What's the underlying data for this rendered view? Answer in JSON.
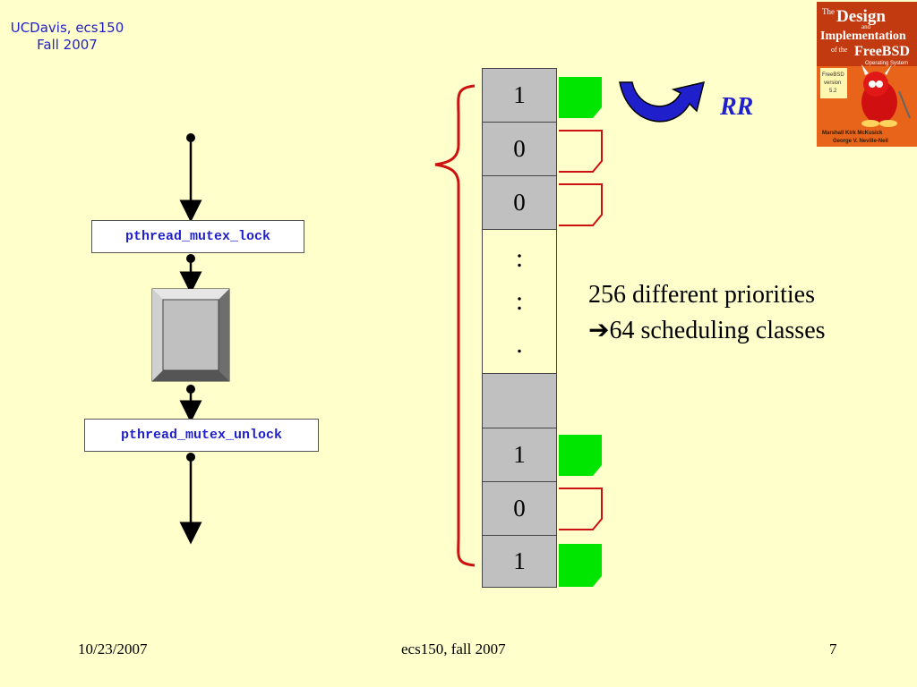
{
  "header": {
    "line1": "UCDavis, ecs150",
    "line2": "Fall 2007"
  },
  "logo": {
    "line1": "The",
    "line2": "Design",
    "line3": "and",
    "line4": "Implementation",
    "line5": "of the",
    "line6": "FreeBSD",
    "line7": "Operating System",
    "badge1": "FreeBSD",
    "badge2": "version",
    "badge3": "5.2",
    "authors1": "Marshall Kirk McKusick",
    "authors2": "George V. Neville-Neil"
  },
  "mutex": {
    "lock_label": "pthread_mutex_lock",
    "unlock_label": "pthread_mutex_unlock"
  },
  "priority_table": {
    "cells": [
      "1",
      "0",
      "0",
      "",
      "",
      "1",
      "0",
      "1"
    ]
  },
  "rr_label": "RR",
  "info": {
    "line1": "256 different priorities",
    "line2_arrow": "➔",
    "line2": "64 scheduling classes"
  },
  "footer": {
    "date": "10/23/2007",
    "course": "ecs150, fall 2007",
    "page": "7"
  },
  "colors": {
    "background": "#ffffcc",
    "accent_blue": "#1f1fcc",
    "brace_red": "#cc1111",
    "queue_green": "#00e600"
  }
}
